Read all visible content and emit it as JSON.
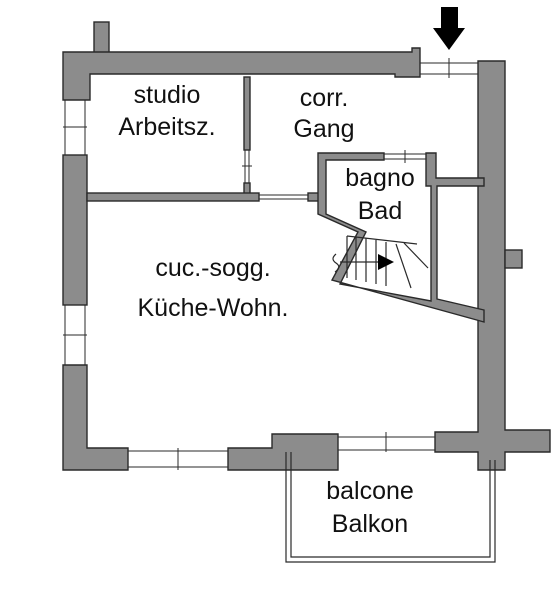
{
  "rooms": {
    "studio": {
      "it": "studio",
      "de": "Arbeitsz."
    },
    "corridor": {
      "it": "corr.",
      "de": "Gang"
    },
    "bathroom": {
      "it": "bagno",
      "de": "Bad"
    },
    "kitchen_living": {
      "it": "cuc.-sogg.",
      "de": "Küche-Wohn."
    },
    "balcony": {
      "it": "balcone",
      "de": "Balkon"
    }
  },
  "entrance": {
    "icon": "arrow-down-icon"
  }
}
